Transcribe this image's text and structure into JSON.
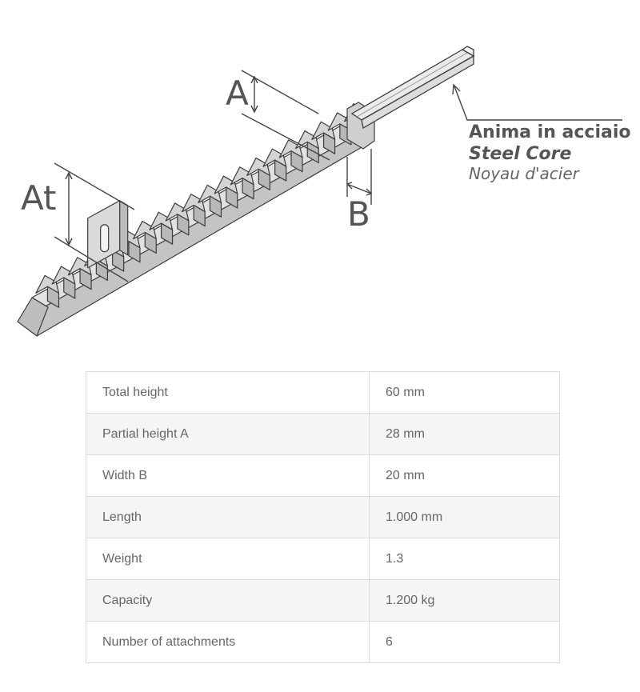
{
  "diagram": {
    "label_at": "At",
    "label_a": "A",
    "label_b": "B",
    "core_it": "Anima in acciaio",
    "core_en": "Steel Core",
    "core_fr": "Noyau d'acier"
  },
  "specs": {
    "rows": [
      {
        "label": "Total height",
        "value": "60 mm"
      },
      {
        "label": "Partial height A",
        "value": "28 mm"
      },
      {
        "label": "Width B",
        "value": "20 mm"
      },
      {
        "label": "Length",
        "value": "1.000 mm"
      },
      {
        "label": "Weight",
        "value": "1.3"
      },
      {
        "label": "Capacity",
        "value": "1.200 kg"
      },
      {
        "label": "Number of attachments",
        "value": "6"
      }
    ]
  },
  "colors": {
    "rack_fill": "#d4d4d4",
    "rack_stroke": "#3c3c3c",
    "text": "#555555",
    "row_alt": "#f5f5f5",
    "border": "#dddddd"
  }
}
